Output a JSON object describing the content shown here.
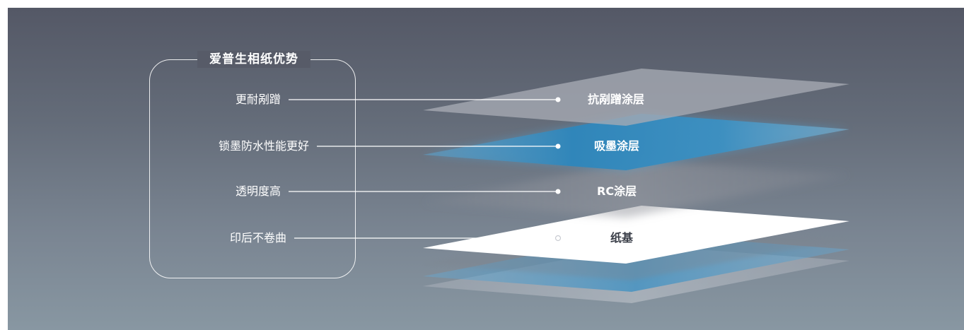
{
  "title": "爱普生相纸优势",
  "benefits": [
    {
      "text": "更耐剐蹭"
    },
    {
      "text": "锁墨防水性能更好"
    },
    {
      "text": "透明度高"
    },
    {
      "text": "印后不卷曲"
    }
  ],
  "layers": [
    {
      "label": "抗剐蹭涂层"
    },
    {
      "label": "吸墨涂层"
    },
    {
      "label": "RC涂层"
    },
    {
      "label": "纸基"
    }
  ],
  "colors": {
    "background_top": "#545866",
    "background_bottom": "#8897a2",
    "ink_layer_blue": "#2f86b8",
    "paper_white": "#ffffff"
  }
}
